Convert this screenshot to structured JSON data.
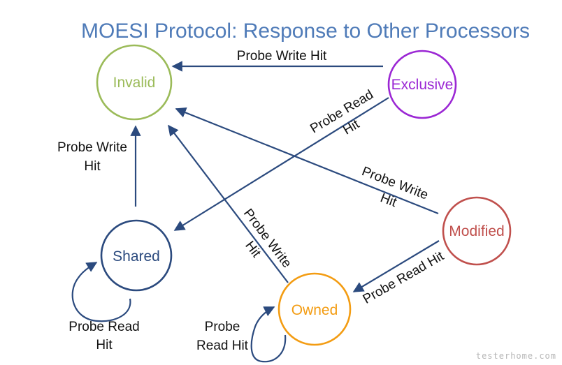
{
  "title": "MOESI Protocol: Response to Other Processors",
  "states": {
    "invalid": "Invalid",
    "exclusive": "Exclusive",
    "shared": "Shared",
    "modified": "Modified",
    "owned": "Owned"
  },
  "colors": {
    "title": "#4f7bb8",
    "invalid": "#9bbb59",
    "exclusive": "#9b27d4",
    "shared": "#2b4a7e",
    "modified": "#c0504d",
    "owned": "#f39c12",
    "arrow": "#2b4a7e"
  },
  "edges": {
    "exclusive_to_invalid": [
      "Probe Write Hit"
    ],
    "exclusive_to_shared": [
      "Probe Read",
      "Hit"
    ],
    "shared_to_invalid": [
      "Probe Write",
      "Hit"
    ],
    "modified_to_invalid": [
      "Probe Write",
      "Hit"
    ],
    "owned_to_invalid": [
      "Probe Write",
      "Hit"
    ],
    "modified_to_owned": [
      "Probe Read Hit"
    ],
    "shared_self": [
      "Probe Read",
      "Hit"
    ],
    "owned_self": [
      "Probe",
      "Read Hit"
    ]
  },
  "watermark": "testerhome.com"
}
